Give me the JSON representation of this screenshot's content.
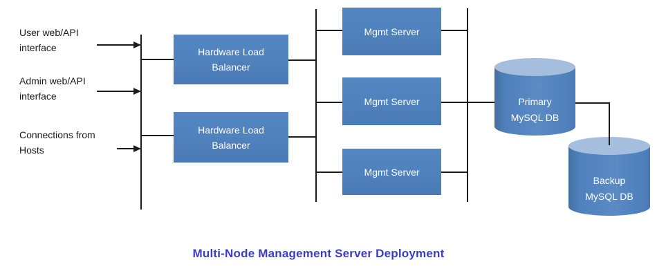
{
  "diagram": {
    "title": "Multi-Node Management Server Deployment",
    "inputs": [
      {
        "label": "User web/API\ninterface"
      },
      {
        "label": "Admin web/API\ninterface"
      },
      {
        "label": "Connections from\nHosts"
      }
    ],
    "load_balancers": [
      {
        "label": "Hardware Load\nBalancer"
      },
      {
        "label": "Hardware Load\nBalancer"
      }
    ],
    "mgmt_servers": [
      {
        "label": "Mgmt Server"
      },
      {
        "label": "Mgmt Server"
      },
      {
        "label": "Mgmt Server"
      }
    ],
    "databases": [
      {
        "label": "Primary\nMySQL DB"
      },
      {
        "label": "Backup\nMySQL DB"
      }
    ],
    "colors": {
      "node_fill": "#4f81bd",
      "cylinder_top": "#a6bedd",
      "node_text": "#ffffff",
      "label_text": "#1a1a1a",
      "line": "#1c1c1c",
      "title": "#3c3ccb"
    }
  }
}
